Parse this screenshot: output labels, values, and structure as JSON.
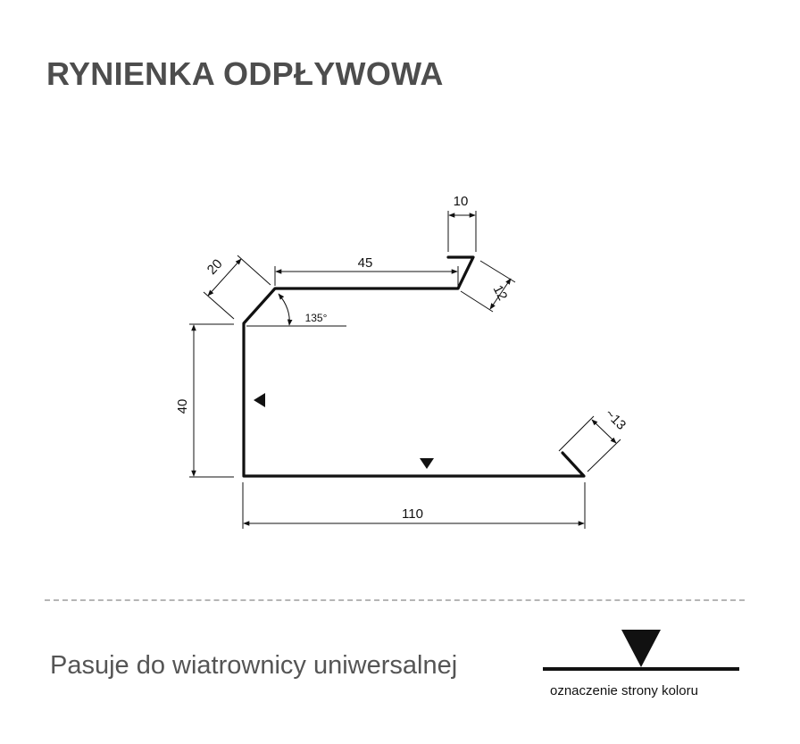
{
  "title": "RYNIENKA ODPŁYWOWA",
  "diagram": {
    "dimensions": {
      "top_hem": "10",
      "top_flat": "45",
      "top_slope": "20",
      "hem_drop": "12",
      "angle": "135°",
      "height": "40",
      "bottom_width": "110",
      "lip": "~13"
    }
  },
  "footnote": "Pasuje do wiatrownicy uniwersalnej",
  "legend": {
    "label": "oznaczenie strony koloru"
  },
  "colors": {
    "title": "#4d4d4d",
    "profile": "#111111",
    "divider": "#b5b5b5"
  }
}
